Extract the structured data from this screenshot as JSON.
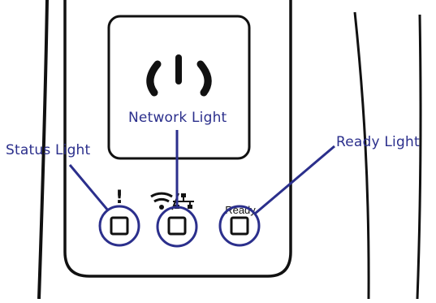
{
  "labels": {
    "status": "Status Light",
    "network": "Network Light",
    "ready": "Ready Light",
    "ready_panel_text": "Ready",
    "status_symbol": "!"
  },
  "icons": [
    "power-icon",
    "wifi-icon",
    "network-icon"
  ],
  "colors": {
    "callout": "#2b2f8c",
    "outline": "#111111"
  }
}
